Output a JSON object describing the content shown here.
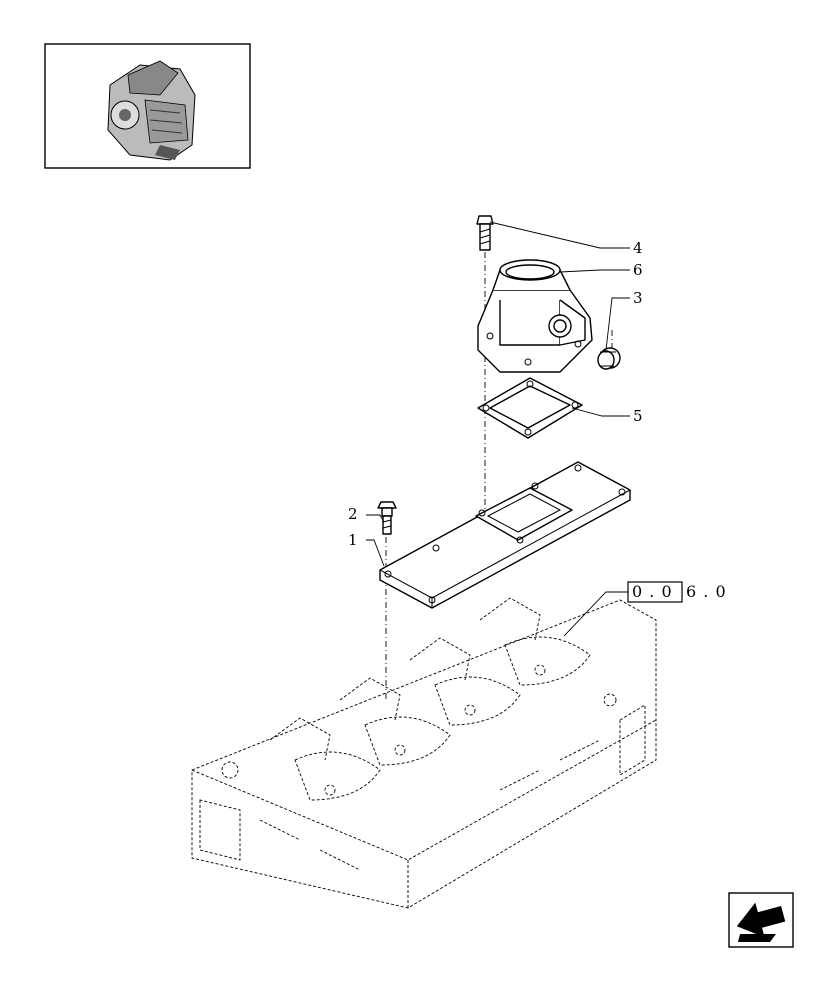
{
  "callouts": [
    {
      "id": "c4",
      "label": "4"
    },
    {
      "id": "c6",
      "label": "6"
    },
    {
      "id": "c3",
      "label": "3"
    },
    {
      "id": "c5",
      "label": "5"
    },
    {
      "id": "c2",
      "label": "2"
    },
    {
      "id": "c1",
      "label": "1"
    }
  ],
  "reference": {
    "boxed_part": "0 . 0",
    "suffix": "6 . 0"
  },
  "icons": {
    "thumbnail": "engine-thumbnail-icon",
    "navigation": "previous-page-arrow-icon"
  }
}
